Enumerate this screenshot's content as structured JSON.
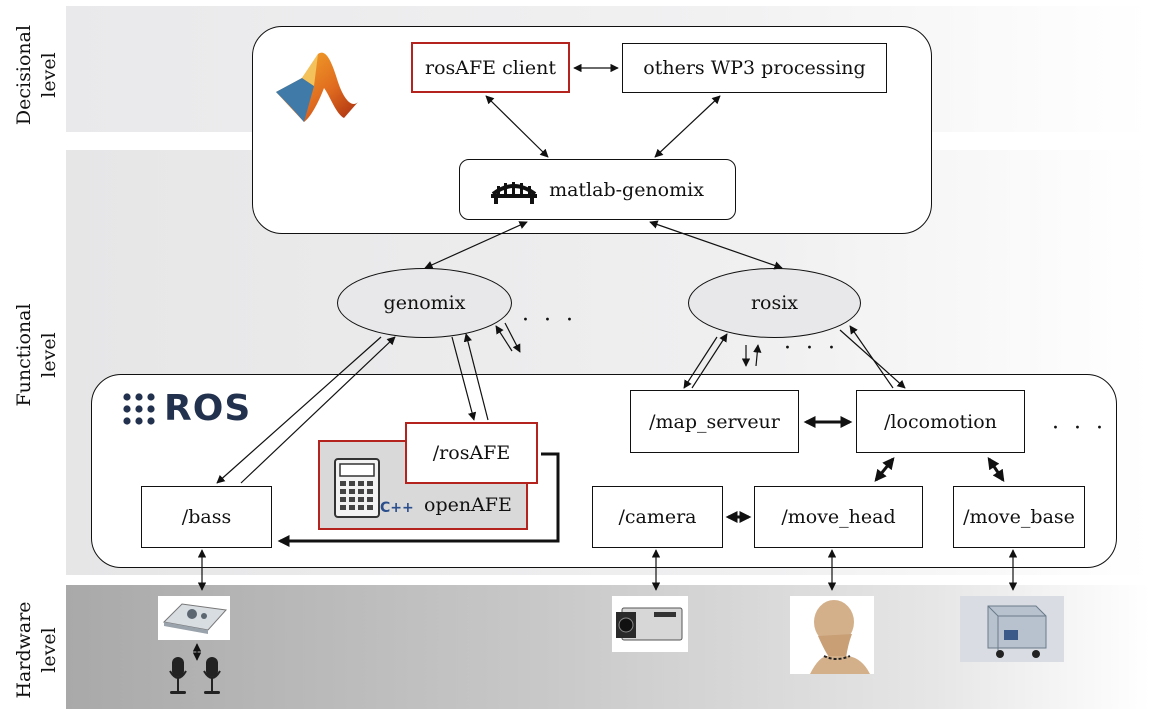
{
  "levels": {
    "decisional": [
      "Decisional",
      "level"
    ],
    "functional": [
      "Functional",
      "level"
    ],
    "hardware": [
      "Hardware",
      "level"
    ]
  },
  "decisional": {
    "rosafe_client": "rosAFE client",
    "others_wp3": "others WP3 processing",
    "matlab_genomix": "matlab-genomix"
  },
  "middleware": {
    "genomix": "genomix",
    "rosix": "rosix",
    "ellipsis": "· · ·"
  },
  "ros": {
    "logo_text": "ROS",
    "rosafe": "/rosAFE",
    "openafe": "openAFE",
    "bass": "/bass",
    "map_serveur": "/map_serveur",
    "locomotion": "/locomotion",
    "camera": "/camera",
    "move_head": "/move_head",
    "move_base": "/move_base",
    "cpp_label": "C++"
  },
  "colors": {
    "highlight_border": "#b5231f",
    "ros_logo": "#22314e",
    "matlab_orange": "#e06b1f"
  },
  "icons": [
    "matlab-logo-icon",
    "bridge-icon",
    "ros-logo-icon",
    "calculator-icon",
    "soundcard-icon",
    "microphone-icon",
    "camera-device-icon",
    "dummy-head-icon",
    "robot-base-icon"
  ]
}
